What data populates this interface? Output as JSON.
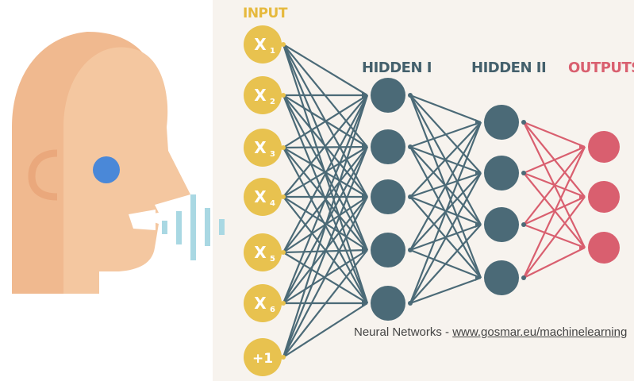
{
  "layers": {
    "input": {
      "title": "INPUT",
      "nodes": [
        {
          "main": "X",
          "sub": "1"
        },
        {
          "main": "X",
          "sub": "2"
        },
        {
          "main": "X",
          "sub": "3"
        },
        {
          "main": "X",
          "sub": "4"
        },
        {
          "main": "X",
          "sub": "5"
        },
        {
          "main": "X",
          "sub": "6"
        },
        {
          "main": "+1",
          "sub": ""
        }
      ]
    },
    "hidden1": {
      "title": "HIDDEN I",
      "count": 5
    },
    "hidden2": {
      "title": "HIDDEN II",
      "count": 4
    },
    "outputs": {
      "title": "OUTPUTS",
      "count": 3
    }
  },
  "caption": {
    "prefix": "Neural Networks - ",
    "link": "www.gosmar.eu/machinelearning"
  },
  "colors": {
    "background": "#f7f3ee",
    "input": "#e8c24f",
    "input_title": "#e6b93d",
    "hidden": "#4b6a77",
    "hidden_title": "#44606c",
    "output": "#d95f6f",
    "output_title": "#d95f6f",
    "edge_hidden": "#4b6a77",
    "edge_output": "#d95f6f",
    "head": "#f4c7a0",
    "head_shade": "#f0b98f",
    "eye": "#4a88d8",
    "sound": "#a9d8e3"
  }
}
